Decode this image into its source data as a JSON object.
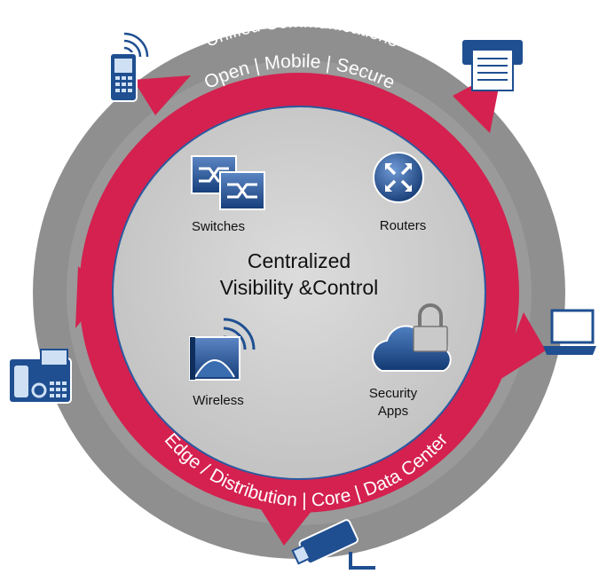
{
  "diagram": {
    "outer_ring_label": "Unified Communications",
    "top_arc_label": "Open | Mobile | Secure",
    "bottom_arc_label": "Edge / Distribution | Core | Data Center",
    "center_title_line1": "Centralized",
    "center_title_line2": "Visibility &Control",
    "nodes": {
      "switches": "Switches",
      "routers": "Routers",
      "wireless": "Wireless",
      "security_line1": "Security",
      "security_line2": "Apps"
    },
    "devices": [
      "mobile-phone",
      "printer",
      "laptop",
      "desk-phone",
      "security-camera"
    ]
  },
  "colors": {
    "outer_ring": "#8f8f8f",
    "arrow_ring": "#d4214f",
    "inner_circle": "#cfcfcf",
    "icon_blue": "#1f4f91",
    "text": "#111111"
  }
}
